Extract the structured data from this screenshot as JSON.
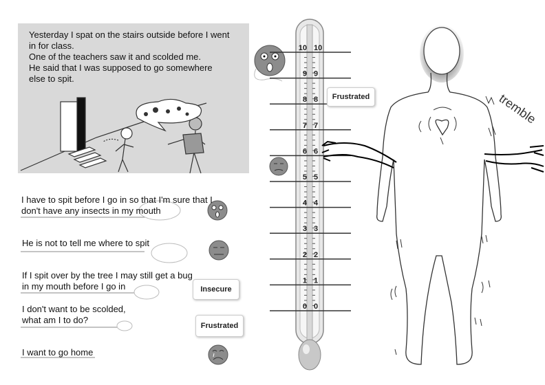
{
  "story": {
    "lines": [
      "Yesterday I spat on the stairs outside before I went",
      "in for class.",
      "One of the teachers saw it and scolded me.",
      "He said that I was supposed to go somewhere",
      "else to spit."
    ]
  },
  "thoughts": [
    {
      "line1": "I have to spit before I go in so that I'm sure that I",
      "line2": "don't have any insects in my mouth"
    },
    {
      "line1": "He is not to tell me where to spit"
    },
    {
      "line1": "If I spit over by the tree I may still get a bug",
      "line2": "in my mouth before I go in"
    },
    {
      "line1": "I don't want to be scolded,",
      "line2": "what am I to do?"
    },
    {
      "line1": "I want to go home"
    }
  ],
  "emotion_labels": {
    "top": "Frustrated",
    "insecure": "Insecure",
    "bottom": "Frustrated"
  },
  "thermometer": {
    "scale": [
      "0",
      "1",
      "2",
      "3",
      "4",
      "5",
      "6",
      "7",
      "8",
      "9",
      "10"
    ]
  },
  "body_annotation": "tremble",
  "colors": {
    "panel": "#d9d9d9",
    "face": "#8c8c8c",
    "arm": "#000000"
  }
}
